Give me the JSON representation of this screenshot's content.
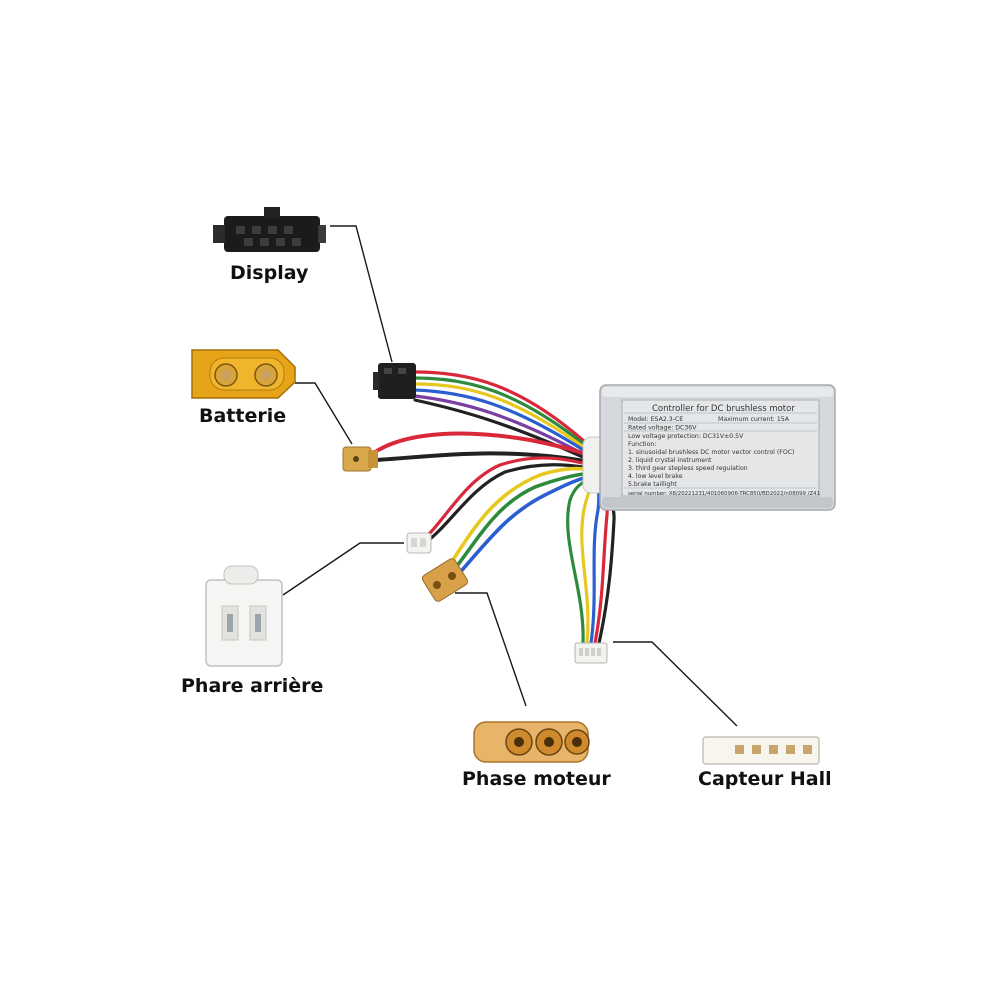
{
  "labels": {
    "display": "Display",
    "batterie": "Batterie",
    "phare": "Phare arrière",
    "phase": "Phase moteur",
    "hall": "Capteur Hall"
  },
  "controller": {
    "title": "Controller for DC brushless motor",
    "model": "Model:  ESA2.3-CE",
    "current": "Maximum current:  15A",
    "voltage": "Rated voltage:  DC36V",
    "low_voltage": "Low voltage protection:  DC31V±0.5V",
    "function_header": "Function:",
    "functions": [
      "1. sinusoidal brushless DC motor vector control (FOC)",
      "2. liquid crystal instrument",
      "3. third gear stepless speed regulation",
      "4. low level brake",
      "5.brake taillight"
    ],
    "serial": "serial number:  X8/20221231/401060906-TRC850/BD2022/n08099 /Z41"
  },
  "colors": {
    "red": "#d8283a",
    "black": "#222222",
    "blue": "#2b5fd1",
    "green": "#2e8b3d",
    "yellow": "#e8c81e",
    "purple": "#7a3fa0",
    "connector_yellow": "#e6a418",
    "connector_orange": "#d8a04a",
    "housing_silver": "#d5d8dc"
  }
}
